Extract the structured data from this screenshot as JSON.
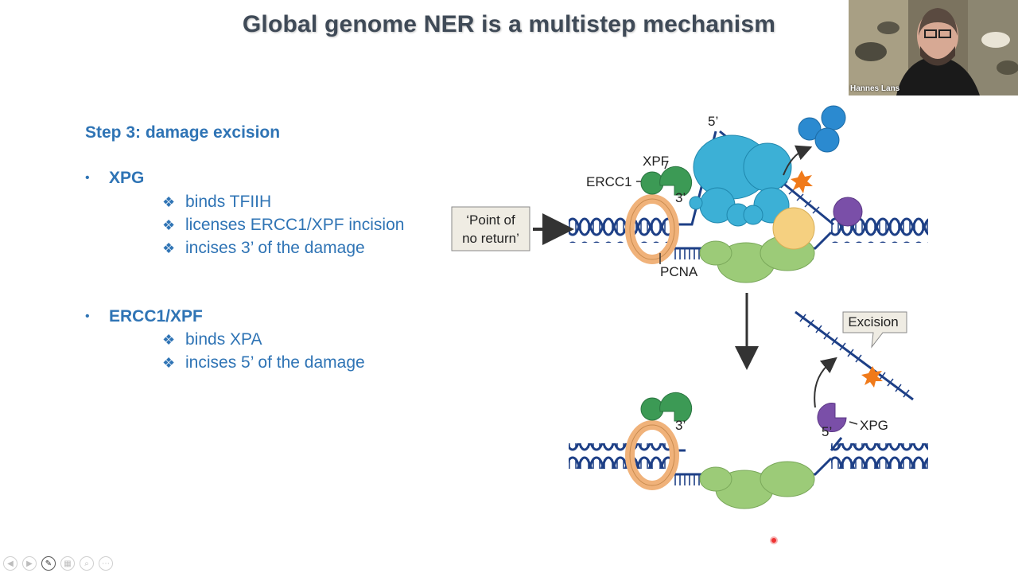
{
  "slide": {
    "title": "Global genome NER is a multistep mechanism",
    "step": "Step 3: damage excision",
    "bullets": [
      {
        "label": "XPG",
        "subs": [
          "binds TFIIH",
          "licenses ERCC1/XPF incision",
          "incises 3’ of the damage"
        ]
      },
      {
        "label": "ERCC1/XPF",
        "subs": [
          "binds XPA",
          "incises 5’ of the damage"
        ]
      }
    ]
  },
  "diagram": {
    "point_line1": "‘Point of",
    "point_line2": "no return’",
    "xpf": "XPF",
    "ercc1": "ERCC1",
    "three_prime": "3’",
    "five_prime": "5’",
    "pcna": "PCNA",
    "excision": "Excision",
    "xpg": "XPG"
  },
  "video": {
    "name": "Hannes Lans"
  },
  "colors": {
    "title": "#3f4a57",
    "text": "#2f74b5",
    "dna": "#1d3f86",
    "pcna": "#f0b27a",
    "tfiih": "#3cb0d6",
    "xpf": "#3c9a55",
    "xpg": "#7a4fa8",
    "rpa": "#9ccb78"
  }
}
